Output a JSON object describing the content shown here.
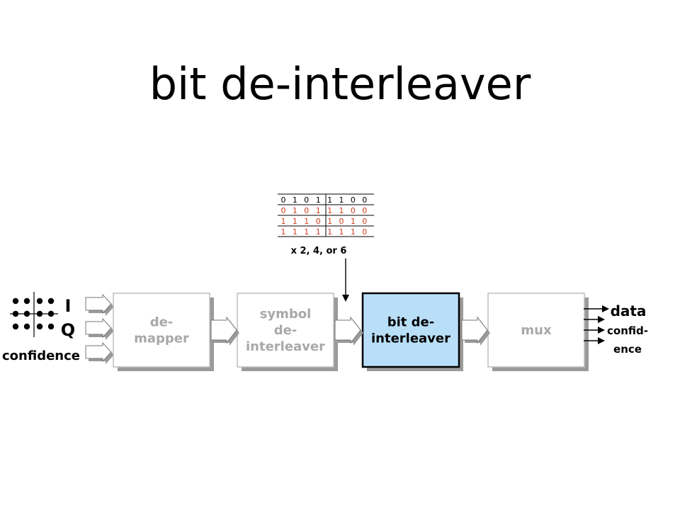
{
  "title": "bit de-interleaver",
  "inputs": {
    "i_label": "I",
    "q_label": "Q",
    "confidence_label": "confidence"
  },
  "blocks": [
    {
      "id": "demapper",
      "lines": [
        "de-",
        "mapper"
      ],
      "active": false
    },
    {
      "id": "symbol-deinterleaver",
      "lines": [
        "symbol",
        "de-",
        "interleaver"
      ],
      "active": false
    },
    {
      "id": "bit-deinterleaver",
      "lines": [
        "bit de-",
        "interleaver"
      ],
      "active": true
    },
    {
      "id": "mux",
      "lines": [
        "mux"
      ],
      "active": false
    }
  ],
  "bit_matrix": {
    "rows": [
      [
        "0",
        "1",
        "0",
        "1",
        "1",
        "1",
        "0",
        "0"
      ],
      [
        "0",
        "1",
        "0",
        "1",
        "1",
        "1",
        "0",
        "0"
      ],
      [
        "1",
        "1",
        "1",
        "0",
        "1",
        "0",
        "1",
        "0"
      ],
      [
        "1",
        "1",
        "1",
        "1",
        "1",
        "1",
        "1",
        "0"
      ]
    ],
    "row_colors": [
      "#000000",
      "#d0401c",
      "#d0401c",
      "#d0401c"
    ],
    "caption": "x 2, 4, or 6"
  },
  "outputs": {
    "data_label": "data",
    "confidence_line1": "confid-",
    "confidence_line2": "ence"
  },
  "colors": {
    "active_fill": "#b9dff8",
    "inactive_text": "#a8a8a8",
    "inactive_border": "#bdbdbd",
    "active_border": "#000000",
    "shadow": "#9a9a9a"
  }
}
